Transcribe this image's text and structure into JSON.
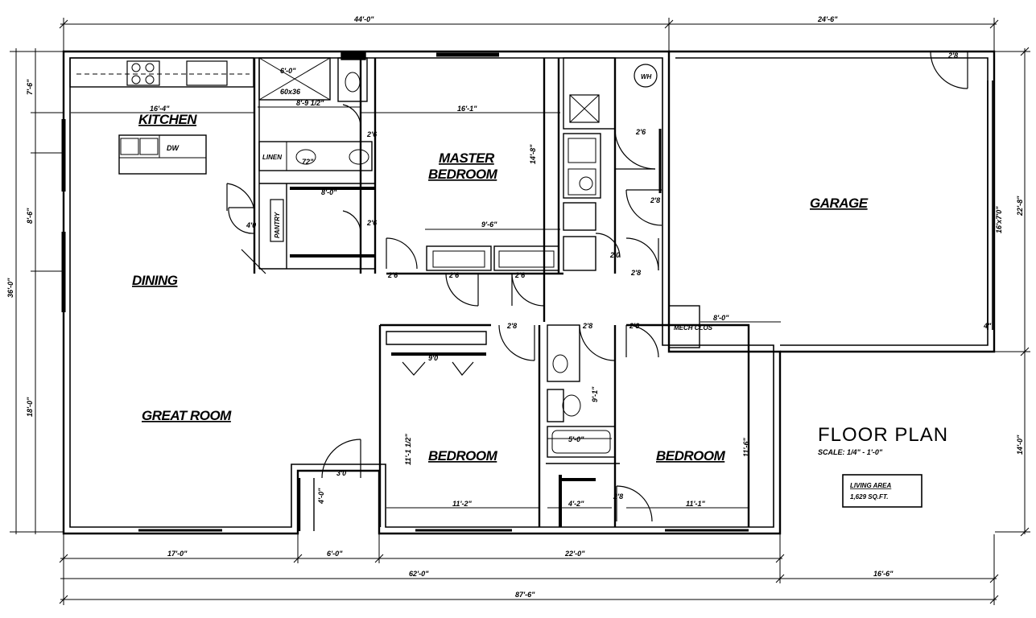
{
  "rooms": {
    "kitchen": "KITCHEN",
    "master_bedroom_1": "MASTER",
    "master_bedroom_2": "BEDROOM",
    "garage": "GARAGE",
    "dining": "DINING",
    "great_room": "GREAT ROOM",
    "bedroom_left": "BEDROOM",
    "bedroom_right": "BEDROOM",
    "linen": "LINEN",
    "pantry": "PANTRY",
    "wh": "WH",
    "dw": "DW",
    "mech": "MECH CLOS"
  },
  "title": {
    "heading": "FLOOR PLAN",
    "scale": "SCALE: 1/4\" - 1'-0\"",
    "area_label": "LIVING AREA",
    "area_value": "1,629 SQ.FT."
  },
  "dims": {
    "top_left": "44'-0\"",
    "top_right": "24'-6\"",
    "left_overall": "36'-0\"",
    "left_a": "7'-6\"",
    "left_b": "8'-6\"",
    "left_c": "18'-0\"",
    "right_garage": "22'-8\"",
    "right_lower": "14'-0\"",
    "bottom_a": "17'-0\"",
    "bottom_b": "6'-0\"",
    "bottom_c": "22'-0\"",
    "bottom_total1": "62'-0\"",
    "bottom_total2": "87'-6\"",
    "bottom_right": "16'-6\"",
    "shower": "6'-0\"",
    "kitchen_w": "16'-4\"",
    "bath_w": "8'-9 1/2\"",
    "master_w": "16'-1\"",
    "closet_w": "9'-6\"",
    "closet_d": "8'-0\"",
    "garage_door": "16'x7'0\"",
    "bed_l_w": "11'-2\"",
    "bed_l_d": "11'-1 1/2\"",
    "bed_r_w": "11'-1\"",
    "bed_r_d": "11'-6\"",
    "bath2_a": "9'-1\"",
    "bath2_b": "5'-0\"",
    "bath2_c": "4'-2\"",
    "garage_step": "8'-0\"",
    "master_d": "14'-8\"",
    "door_26a": "2'6",
    "door_26b": "2'6",
    "door_26c": "2'6",
    "door_26d": "2'6",
    "door_26e": "2'6",
    "door_26f": "2'6",
    "door_26g": "2'6",
    "door_28a": "2'8",
    "door_28b": "2'8",
    "door_28c": "2'8",
    "door_28d": "2'8",
    "door_28e": "2'8",
    "door_28f": "2'8",
    "door_30": "3'0",
    "door_40": "4'0",
    "door_20": "2'0",
    "closet_90": "9'0",
    "tub": "60x36",
    "vanity": "72\"",
    "entry_d": "4'-0\"",
    "wall_4": "4\""
  }
}
